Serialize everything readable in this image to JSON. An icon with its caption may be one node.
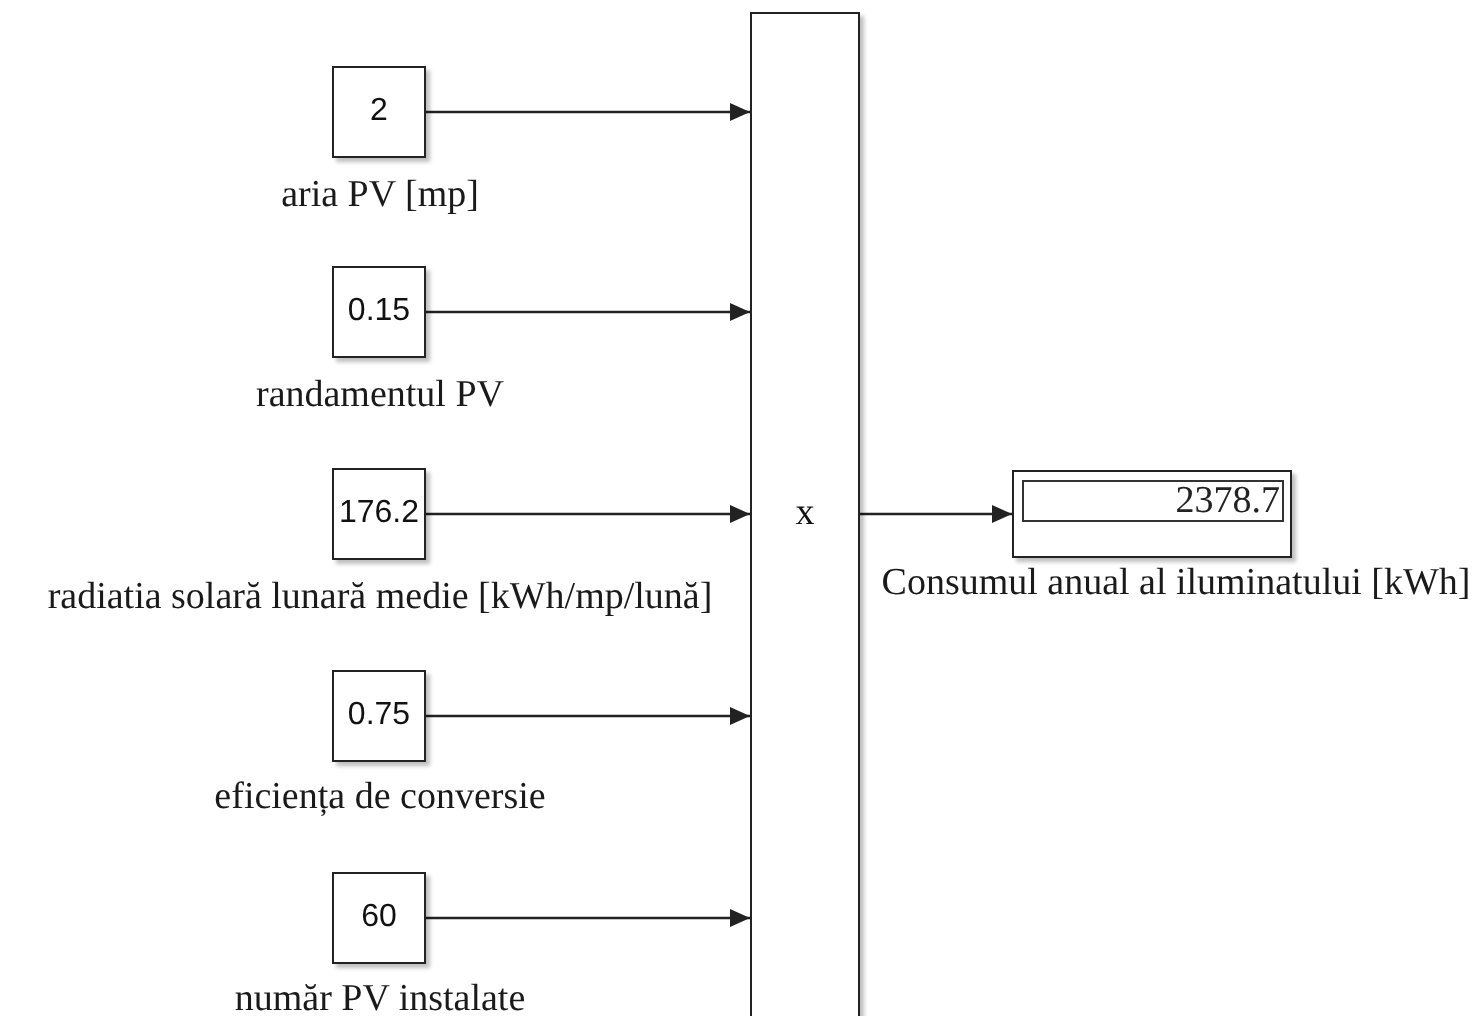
{
  "diagram": {
    "nodes": [
      {
        "text": [
          "2"
        ],
        "beside": [
          "aria PV [mp]"
        ]
      },
      {
        "text": [
          "0.15"
        ],
        "beside": [
          "randamentul PV"
        ]
      },
      {
        "text": [
          "176.2"
        ],
        "beside": [
          "radiatia solară lunară medie [kWh/mp/lună]"
        ]
      },
      {
        "text": [
          "0.75"
        ],
        "beside": [
          "eficiența de conversie"
        ]
      },
      {
        "text": [
          "60"
        ],
        "beside": [
          "număr PV instalate"
        ]
      },
      {
        "text": [
          "x"
        ]
      },
      {
        "text": [
          "2378.7"
        ],
        "beside": [
          "Consumul anual al iluminatului [kWh]"
        ]
      }
    ],
    "edges": [
      {
        "from": 0,
        "to": 5,
        "arrow": "to"
      },
      {
        "from": 1,
        "to": 5,
        "arrow": "to"
      },
      {
        "from": 2,
        "to": 5,
        "arrow": "to"
      },
      {
        "from": 3,
        "to": 5,
        "arrow": "to"
      },
      {
        "from": 4,
        "to": 5,
        "arrow": "to"
      },
      {
        "from": 5,
        "to": 6,
        "arrow": "to"
      }
    ]
  }
}
